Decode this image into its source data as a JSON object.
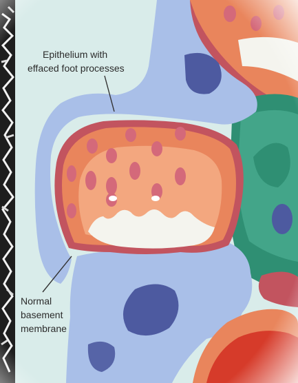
{
  "labels": {
    "epithelium_line1": "Epithelium with",
    "epithelium_line2": "effaced foot processes",
    "membrane_line1": "Normal",
    "membrane_line2": "basement",
    "membrane_line3": "membrane"
  },
  "colors": {
    "background_fluid": "#d9ecea",
    "epithelium": "#a9bfe8",
    "epithelium_edge": "#7f97cf",
    "basement_membrane": "#c2545f",
    "endothelium": "#e9855c",
    "endothelium_light": "#f3a77f",
    "capillary_lumen": "#f4f4ee",
    "nucleus": "#4d5aa0",
    "mesangial": "#2f8f73",
    "mesangial_light": "#43a589",
    "red_cell": "#d63b2a"
  }
}
